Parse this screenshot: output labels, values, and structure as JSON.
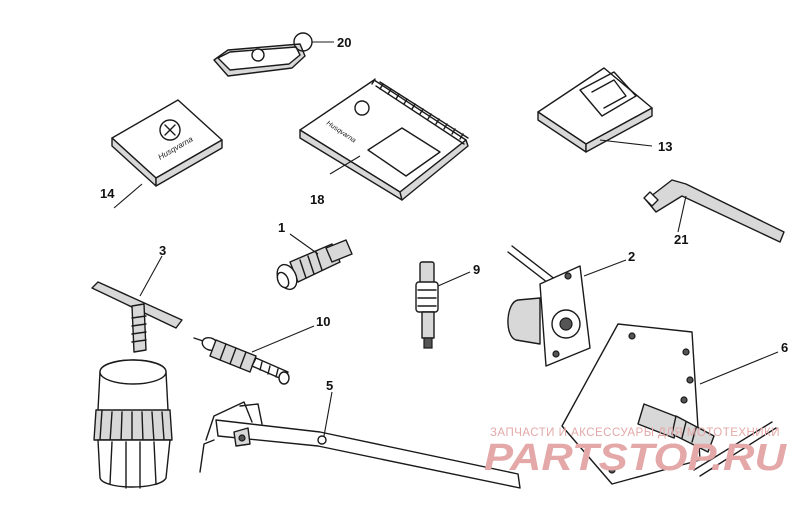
{
  "diagram": {
    "callouts": [
      {
        "id": "c1",
        "label": "1"
      },
      {
        "id": "c2",
        "label": "2"
      },
      {
        "id": "c3",
        "label": "3"
      },
      {
        "id": "c5",
        "label": "5"
      },
      {
        "id": "c6",
        "label": "6"
      },
      {
        "id": "c9",
        "label": "9"
      },
      {
        "id": "c10",
        "label": "10"
      },
      {
        "id": "c13",
        "label": "13"
      },
      {
        "id": "c14",
        "label": "14"
      },
      {
        "id": "c18",
        "label": "18"
      },
      {
        "id": "c20",
        "label": "20"
      },
      {
        "id": "c21",
        "label": "21"
      }
    ],
    "book_brand": "Husqvarna",
    "watermark": {
      "subtitle": "ЗАПЧАСТИ И АКСЕССУАРЫ ДЛЯ МОТОТЕХНИКИ",
      "brand": "PARTSTOP.RU",
      "color": "#e4a8a8"
    }
  }
}
